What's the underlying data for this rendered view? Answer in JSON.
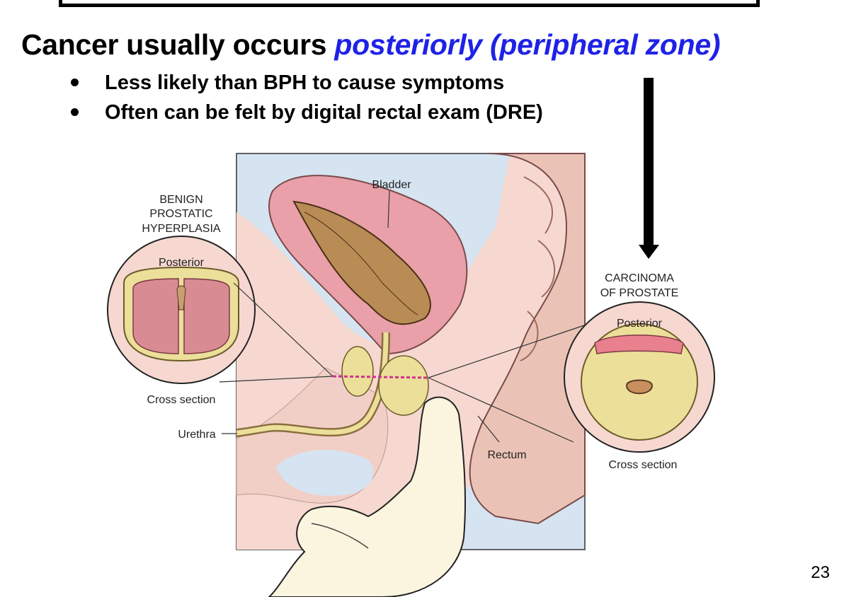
{
  "slide": {
    "headline_prefix": "Cancer usually occurs ",
    "headline_highlight": "posteriorly (peripheral zone)",
    "highlight_color": "#1e22e6",
    "bullets": [
      "Less likely than BPH to cause symptoms",
      "Often can be felt by digital rectal exam (DRE)"
    ],
    "page_number": "23"
  },
  "diagram": {
    "bph_title_lines": [
      "BENIGN",
      "PROSTATIC",
      "HYPERPLASIA"
    ],
    "bph_posterior": "Posterior",
    "bph_cross_section": "Cross section",
    "urethra": "Urethra",
    "bladder": "Bladder",
    "rectum": "Rectum",
    "carcinoma_title_lines": [
      "CARCINOMA",
      "OF PROSTATE"
    ],
    "carcinoma_posterior": "Posterior",
    "carcinoma_cross_section": "Cross section",
    "colors": {
      "background_blue": "#d6e4f2",
      "tissue_pink": "#f6d8d0",
      "bladder_pink": "#e9a0a8",
      "prostate_yellow": "#ecdf99",
      "bladder_brown": "#b98c55",
      "hand": "#fbf5df",
      "tumor": "#e9808e"
    }
  }
}
